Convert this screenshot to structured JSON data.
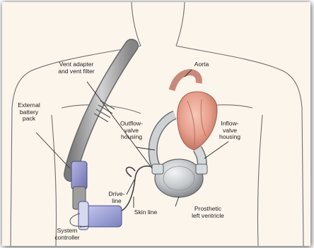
{
  "labels": {
    "vent_adapter": "Vent adapter\nand vent filter",
    "aorta": "Aorta",
    "external_battery": "External\nbattery\npack",
    "outflow_valve": "Outflow-\nvalve\nhousing",
    "inflow_valve": "Inflow-\nvalve\nhousing",
    "drive_line": "Drive-\nline",
    "skin_line": "Skin line",
    "prosthetic_ventricle": "Prosthetic\nleft ventricle",
    "system_controller": "System\ncontroller"
  },
  "colors": {
    "background": "#fcf5ec",
    "body_outline": "#6e6e6e",
    "vent_tube": "#9a9a9a",
    "heart": "#e8a08e",
    "device_metal": "#c8cbce",
    "battery_pack": "#8f8fc8",
    "controller": "#9aa0d2"
  }
}
